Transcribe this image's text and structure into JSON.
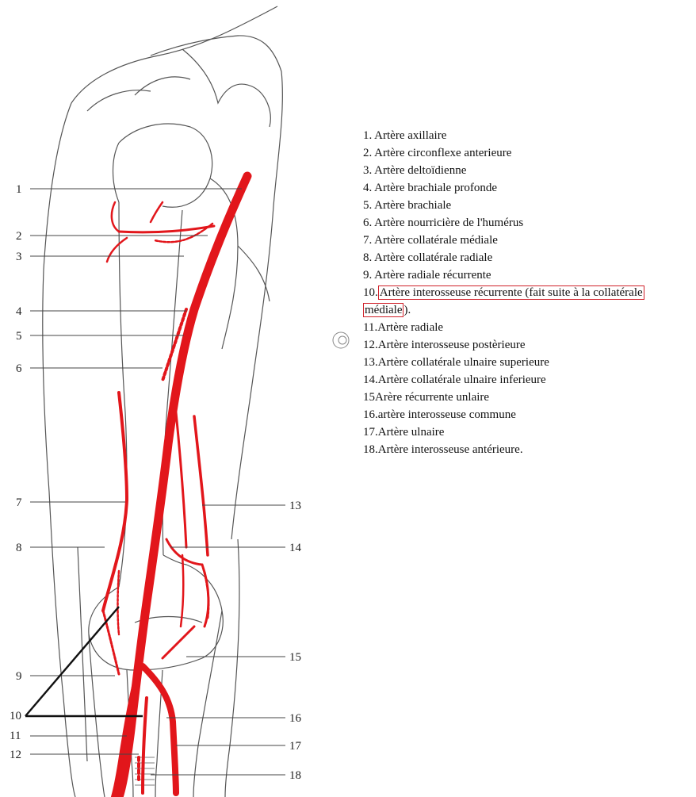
{
  "legend": [
    {
      "text": "1. Artère axillaire"
    },
    {
      "text": "2. Artère circonflexe anterieure"
    },
    {
      "text": "3. Artère deltoïdienne"
    },
    {
      "text": "4. Artère brachiale profonde"
    },
    {
      "text": "5. Artère brachiale"
    },
    {
      "text": "6. Artère nourricière de l'humérus"
    },
    {
      "text": "7. Artère collatérale médiale"
    },
    {
      "text": "8. Artère collatérale radiale"
    },
    {
      "text": "9. Artère radiale récurrente"
    },
    {
      "prefix": "10.",
      "highlight_part1": "Artère interosseuse récurrente (fait suite à la collatérale",
      "highlight_part2": "médiale",
      "suffix": ")."
    },
    {
      "text": "11.Artère radiale"
    },
    {
      "text": "12.Artère interosseuse postèrieure"
    },
    {
      "text": "13.Artère collatérale ulnaire superieure"
    },
    {
      "text": "14.Artère collatérale ulnaire inferieure"
    },
    {
      "text": "15Arère récurrente unlaire"
    },
    {
      "text": "16.artère interosseuse commune"
    },
    {
      "text": "17.Artère ulnaire"
    },
    {
      "text": "18.Artère interosseuse antérieure."
    }
  ],
  "diagram_labels": {
    "n1": "1",
    "n2": "2",
    "n3": "3",
    "n4": "4",
    "n5": "5",
    "n6": "6",
    "n7": "7",
    "n8": "8",
    "n9": "9",
    "n10": "10",
    "n11": "11",
    "n12": "12",
    "n13": "13",
    "n14": "14",
    "n15": "15",
    "n16": "16",
    "n17": "17",
    "n18": "18"
  },
  "colors": {
    "artery": "#e2161b",
    "outline": "#444444",
    "highlight_box": "#d0212a"
  }
}
